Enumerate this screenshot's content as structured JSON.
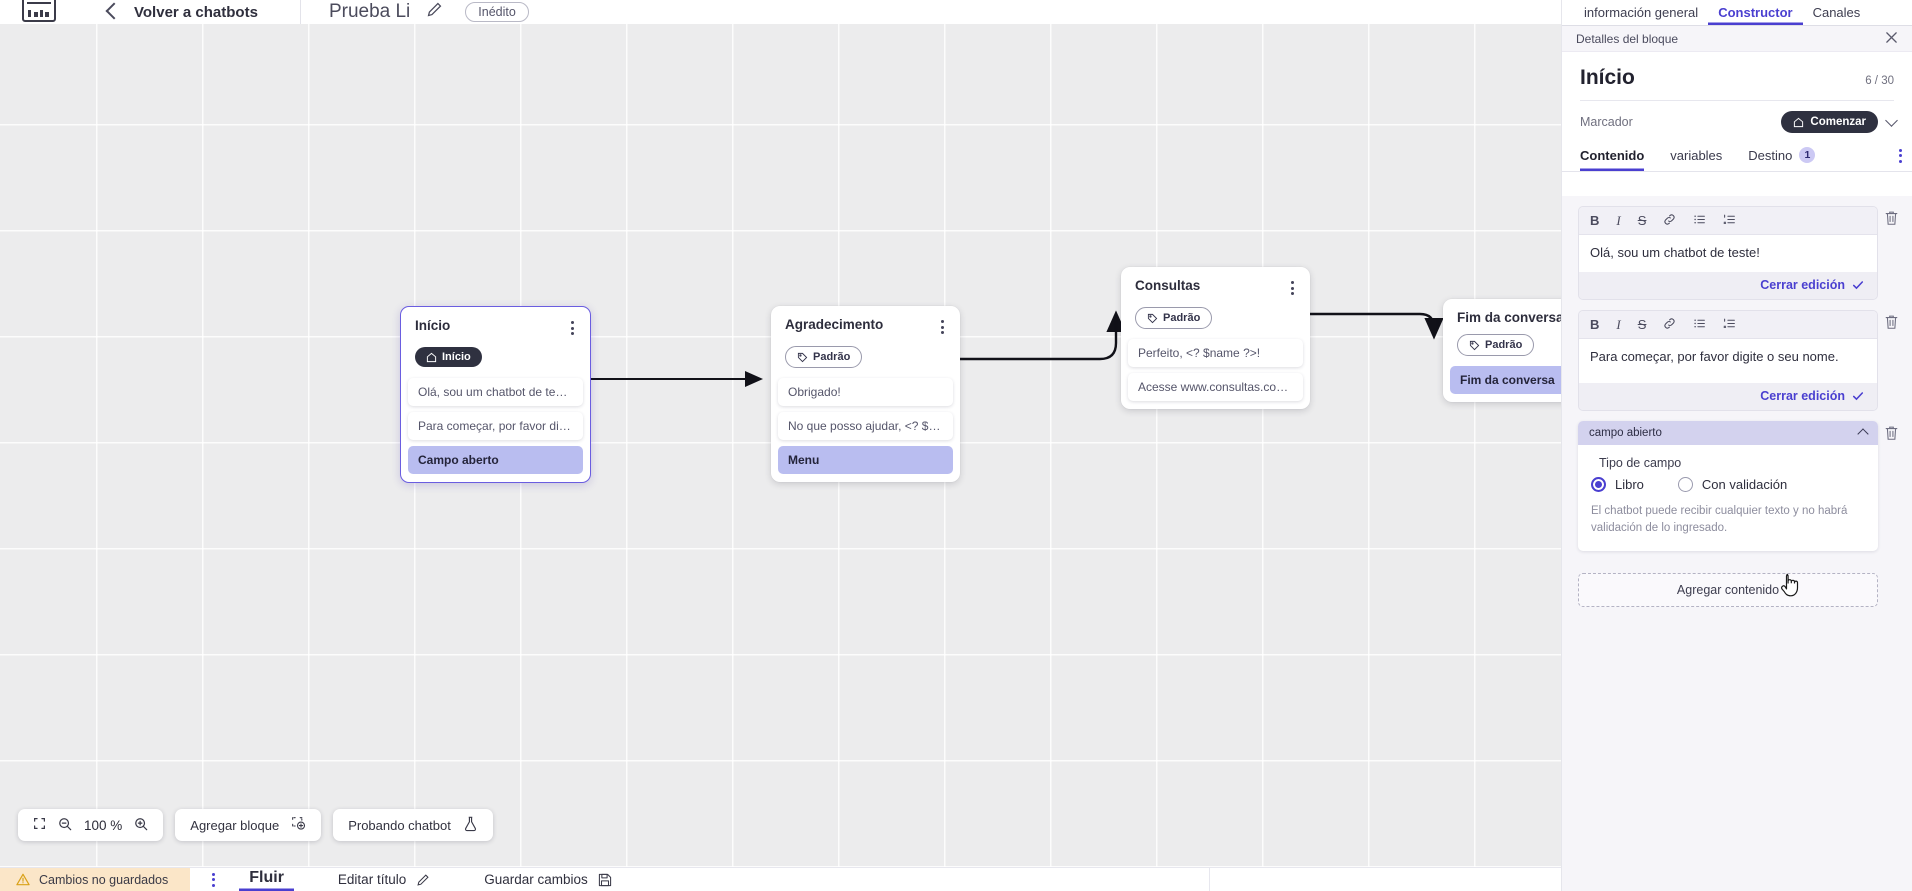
{
  "header": {
    "logo_icon": "app-logo-icon",
    "back_label": "Volver a chatbots",
    "bot_name": "Prueba Li",
    "edit_icon": "pencil-icon",
    "status_badge": "Inédito"
  },
  "top_tabs": [
    {
      "label": "información general",
      "active": false
    },
    {
      "label": "Constructor",
      "active": true
    },
    {
      "label": "Canales",
      "active": false
    }
  ],
  "canvas": {
    "zoom_level": "100 %",
    "fit_icon": "fit-screen-icon",
    "zoom_out_icon": "zoom-out-icon",
    "zoom_in_icon": "zoom-in-icon",
    "add_block_label": "Agregar bloque",
    "add_block_icon": "add-block-icon",
    "test_bot_label": "Probando chatbot",
    "test_bot_icon": "flask-icon",
    "nodes": [
      {
        "id": "inicio",
        "title": "Início",
        "tag": "Início",
        "tag_icon": "home-icon",
        "tag_style": "dark",
        "selected": true,
        "items": [
          {
            "text": "Olá, sou um chatbot de teste!",
            "accent": false
          },
          {
            "text": "Para começar, por favor digite o ...",
            "accent": false
          },
          {
            "text": "Campo aberto",
            "accent": true
          }
        ]
      },
      {
        "id": "agradecimento",
        "title": "Agradecimento",
        "tag": "Padrão",
        "tag_icon": "tag-icon",
        "tag_style": "outline",
        "selected": false,
        "items": [
          {
            "text": "Obrigado!",
            "accent": false
          },
          {
            "text": "No que posso ajudar, <? $name ...",
            "accent": false
          },
          {
            "text": "Menu",
            "accent": true
          }
        ]
      },
      {
        "id": "consultas",
        "title": "Consultas",
        "tag": "Padrão",
        "tag_icon": "tag-icon",
        "tag_style": "outline",
        "selected": false,
        "items": [
          {
            "text": "Perfeito, <? $name ?>!",
            "accent": false
          },
          {
            "text": "Acesse www.consultas.com par...",
            "accent": false
          }
        ]
      },
      {
        "id": "fim",
        "title": "Fim da conversa",
        "tag": "Padrão",
        "tag_icon": "tag-icon",
        "tag_style": "outline",
        "selected": false,
        "items": [
          {
            "text": "Fim da conversa",
            "accent": true
          }
        ]
      }
    ]
  },
  "panel": {
    "subbar_title": "Detalles del bloque",
    "close_icon": "close-icon",
    "block_title": "Início",
    "char_count": "6 / 30",
    "marker_label": "Marcador",
    "marker_value": "Comenzar",
    "marker_icon": "home-icon",
    "marker_chevron": "chevron-down-icon",
    "tabs": [
      {
        "label": "Contenido",
        "active": true,
        "badge": ""
      },
      {
        "label": "variables",
        "active": false,
        "badge": ""
      },
      {
        "label": "Destino",
        "active": false,
        "badge": "1"
      }
    ],
    "overflow_icon": "kebab-vertical-icon",
    "editor_toolbar": [
      {
        "name": "bold-icon",
        "glyph": "B"
      },
      {
        "name": "italic-icon",
        "glyph": "I"
      },
      {
        "name": "strikethrough-icon",
        "glyph": "S"
      },
      {
        "name": "link-icon",
        "glyph": "⚗"
      },
      {
        "name": "bullet-list-icon",
        "glyph": "☰"
      },
      {
        "name": "numbered-list-icon",
        "glyph": "☷"
      }
    ],
    "editors": [
      {
        "text": "Olá, sou um chatbot de teste!",
        "close_label": "Cerrar edición"
      },
      {
        "text": "Para começar, por favor digite o seu nome.",
        "close_label": "Cerrar edición"
      }
    ],
    "field_block": {
      "header": "campo abierto",
      "collapse_icon": "chevron-up-icon",
      "delete_icon": "trash-icon",
      "type_label": "Tipo de campo",
      "options": [
        {
          "label": "Libro",
          "selected": true
        },
        {
          "label": "Con validación",
          "selected": false
        }
      ],
      "help_text": "El chatbot puede recibir cualquier texto y no habrá validación de lo ingresado."
    },
    "add_content_label": "Agregar contenido"
  },
  "bottom_bar": {
    "warning_icon": "warning-triangle-icon",
    "unsaved_label": "Cambios no guardados",
    "kebab_icon": "kebab-vertical-icon",
    "flow_label": "Fluir",
    "edit_title_label": "Editar título",
    "edit_title_icon": "pencil-icon",
    "save_label": "Guardar cambios",
    "save_icon": "save-disk-icon"
  },
  "colors": {
    "accent": "#4a3fd0",
    "node_accent": "#b9bdf0",
    "warning_bg": "#fbe6c8",
    "dark_pill": "#2f3140"
  }
}
